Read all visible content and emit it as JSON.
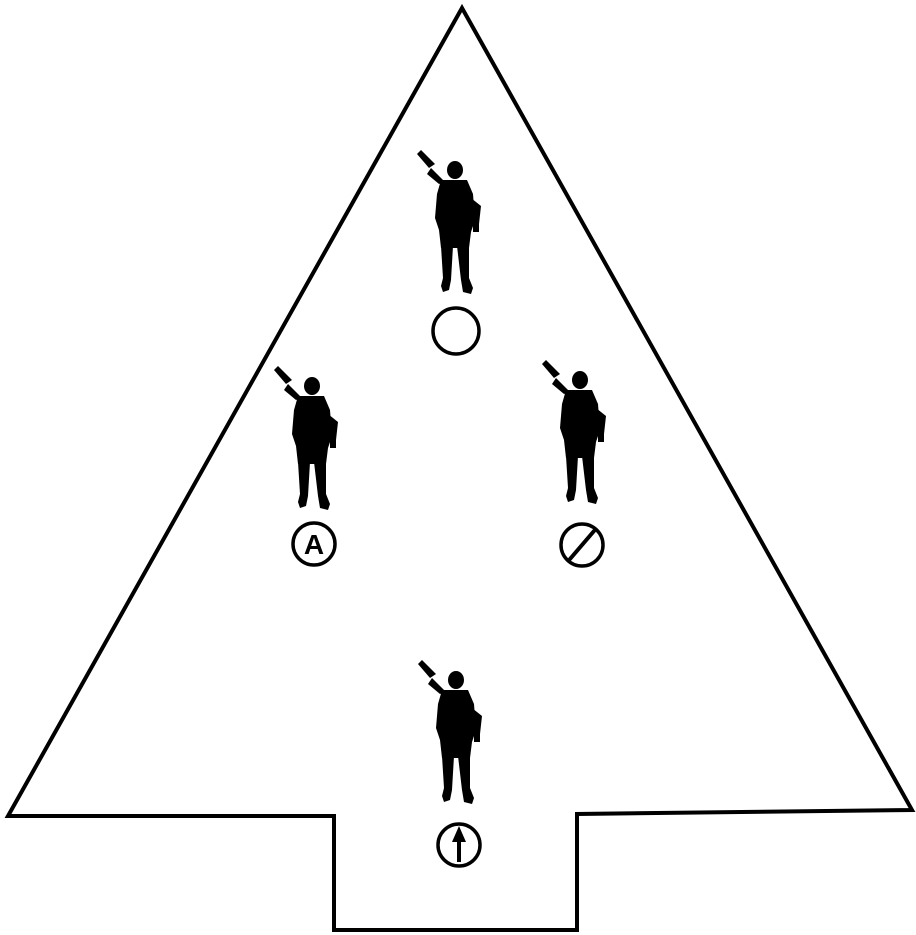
{
  "diagram": {
    "outline_color": "#000000",
    "background_color": "#ffffff",
    "positions": [
      {
        "id": "apex",
        "marker": "empty-circle-icon",
        "marker_label": ""
      },
      {
        "id": "left",
        "marker": "letter-circle-icon",
        "marker_label": "A"
      },
      {
        "id": "right",
        "marker": "slashed-circle-icon",
        "marker_label": ""
      },
      {
        "id": "rear",
        "marker": "arrow-circle-icon",
        "marker_label": ""
      }
    ]
  }
}
